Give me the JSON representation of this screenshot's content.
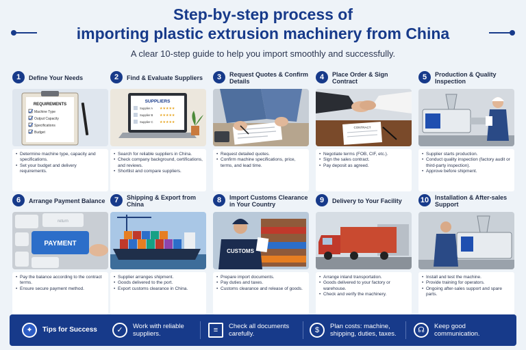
{
  "header": {
    "title_line1": "Step-by-step process of",
    "title_line2": "importing plastic extrusion machinery from China",
    "subtitle": "A clear 10-step guide to help you import smoothly and successfully."
  },
  "steps": [
    {
      "num": "1",
      "title": "Define Your Needs",
      "bullets": [
        "Determine machine type, capacity and specifications.",
        "Set your budget and delivery requirements."
      ],
      "image": {
        "heading": "REQUIREMENTS",
        "items": [
          "Machine Type",
          "Output Capacity",
          "Specifications",
          "Budget"
        ]
      }
    },
    {
      "num": "2",
      "title": "Find & Evaluate Suppliers",
      "bullets": [
        "Search for reliable suppliers in China.",
        "Check company background, certifications, and reviews.",
        "Shortlist and compare suppliers."
      ],
      "image": {
        "heading": "SUPPLIERS",
        "items": [
          "Supplier A",
          "Supplier B",
          "Supplier C"
        ],
        "rating": "★★★★★"
      }
    },
    {
      "num": "3",
      "title": "Request Quotes & Confirm Details",
      "bullets": [
        "Request detailed quotes.",
        "Confirm machine specifications, price, terms, and lead time."
      ]
    },
    {
      "num": "4",
      "title": "Place Order & Sign Contract",
      "bullets": [
        "Negotiate terms (FOB, CIF, etc.).",
        "Sign the sales contract.",
        "Pay deposit as agreed."
      ],
      "image": {
        "doc": "CONTRACT"
      }
    },
    {
      "num": "5",
      "title": "Production & Quality Inspection",
      "bullets": [
        "Supplier starts production.",
        "Conduct quality inspection (factory audit or third-party inspection).",
        "Approve before shipment."
      ]
    },
    {
      "num": "6",
      "title": "Arrange Payment Balance",
      "bullets": [
        "Pay the balance according to the contract terms.",
        "Ensure secure payment method."
      ],
      "image": {
        "key": "PAYMENT",
        "key2": "return"
      }
    },
    {
      "num": "7",
      "title": "Shipping & Export from China",
      "bullets": [
        "Supplier arranges shipment.",
        "Goods delivered to the port.",
        "Export customs clearance in China."
      ]
    },
    {
      "num": "8",
      "title": "Import Customs Clearance in Your Country",
      "bullets": [
        "Prepare import documents.",
        "Pay duties and taxes.",
        "Customs clearance and release of goods."
      ],
      "image": {
        "vest": "CUSTOMS"
      }
    },
    {
      "num": "9",
      "title": "Delivery to Your Facility",
      "bullets": [
        "Arrange inland transportation.",
        "Goods delivered to your factory or warehouse.",
        "Check and verify the machinery."
      ]
    },
    {
      "num": "10",
      "title": "Installation & After-sales Support",
      "bullets": [
        "Install and test the machine.",
        "Provide training for operators.",
        "Ongoing after-sales support and spare parts."
      ]
    }
  ],
  "tips": {
    "heading": "Tips for Success",
    "items": [
      {
        "label": "Work with reliable suppliers.",
        "icon": "shield-check-icon"
      },
      {
        "label": "Check all documents carefully.",
        "icon": "document-icon"
      },
      {
        "label": "Plan costs: machine, shipping, duties, taxes.",
        "icon": "dollar-icon"
      },
      {
        "label": "Keep good communication.",
        "icon": "headset-icon"
      }
    ]
  },
  "colors": {
    "primary": "#173a8a",
    "background": "#eef3f8",
    "accent": "#2c5cc5"
  }
}
